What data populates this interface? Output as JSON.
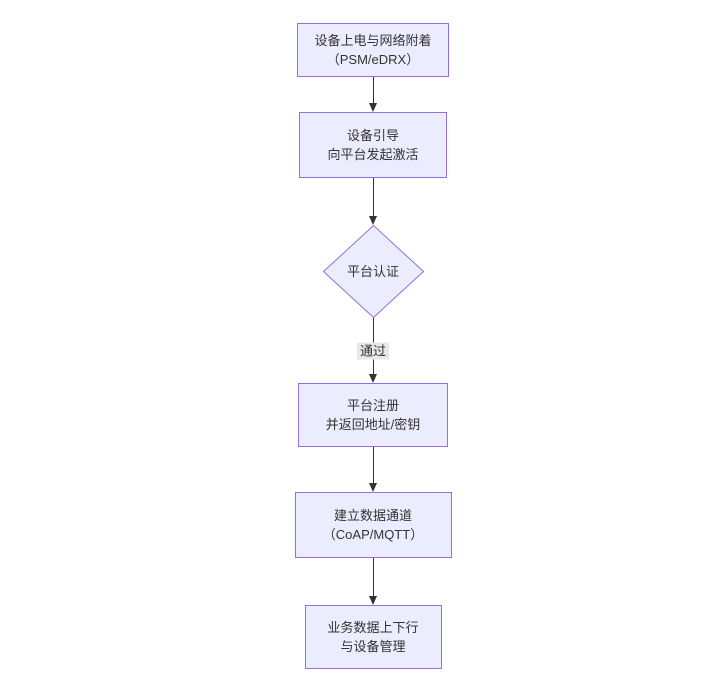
{
  "diagram": {
    "type": "flowchart",
    "direction": "top-down",
    "nodes": [
      {
        "id": "A",
        "shape": "rect",
        "lines": [
          "设备上电与网络附着",
          "（PSM/eDRX）"
        ]
      },
      {
        "id": "B",
        "shape": "rect",
        "lines": [
          "设备引导",
          "向平台发起激活"
        ]
      },
      {
        "id": "C",
        "shape": "diamond",
        "lines": [
          "平台认证"
        ]
      },
      {
        "id": "D",
        "shape": "rect",
        "lines": [
          "平台注册",
          "并返回地址/密钥"
        ]
      },
      {
        "id": "E",
        "shape": "rect",
        "lines": [
          "建立数据通道",
          "（CoAP/MQTT）"
        ]
      },
      {
        "id": "F",
        "shape": "rect",
        "lines": [
          "业务数据上下行",
          "与设备管理"
        ]
      }
    ],
    "edges": [
      {
        "from": "A",
        "to": "B",
        "label": ""
      },
      {
        "from": "B",
        "to": "C",
        "label": ""
      },
      {
        "from": "C",
        "to": "D",
        "label": "通过"
      },
      {
        "from": "D",
        "to": "E",
        "label": ""
      },
      {
        "from": "E",
        "to": "F",
        "label": ""
      }
    ],
    "colors": {
      "background": "#ffffff",
      "node_fill": "#ECECFF",
      "node_border": "#9370DB",
      "edge_line": "#333333",
      "text": "#333333",
      "edge_label_bg": "#e8e8e8"
    }
  }
}
